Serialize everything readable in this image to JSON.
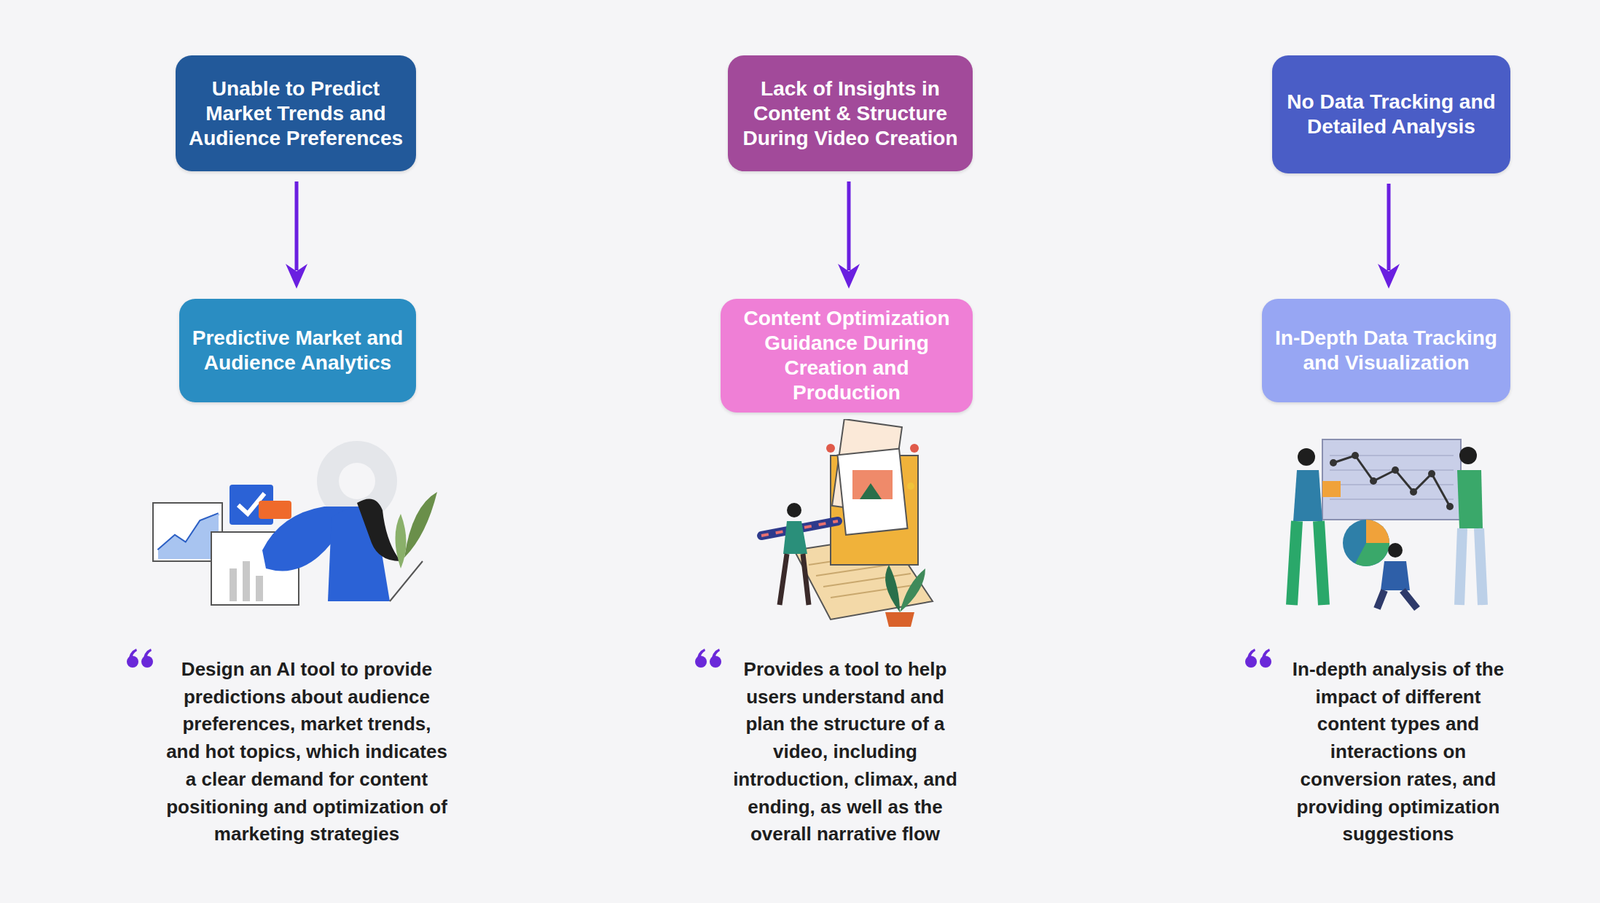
{
  "diagram": {
    "nodes": [
      {
        "text": [
          "Unable to Predict Market Trends and Audience Preferences"
        ]
      },
      {
        "text": [
          "Lack of Insights in Content & Structure During Video Creation"
        ]
      },
      {
        "text": [
          "No Data Tracking and Detailed Analysis"
        ]
      },
      {
        "text": [
          "Predictive Market and Audience Analytics"
        ]
      },
      {
        "text": [
          "Content Optimization Guidance During Creation and Production"
        ]
      },
      {
        "text": [
          "In-Depth Data Tracking and Visualization"
        ]
      }
    ],
    "edges": [
      {
        "from": 0,
        "to": 3,
        "arrow": "to"
      },
      {
        "from": 1,
        "to": 4,
        "arrow": "to"
      },
      {
        "from": 2,
        "to": 5,
        "arrow": "to"
      }
    ],
    "labels": [
      "Design an AI tool to provide predictions about audience preferences, market trends, and hot topics, which indicates a clear demand for content positioning and optimization of marketing strategies",
      "Provides a tool to help users understand and plan the structure of a video, including introduction, climax, and ending, as well as the overall narrative flow",
      "In-depth analysis of the impact of different content types and interactions on conversion rates, and providing optimization suggestions"
    ]
  }
}
